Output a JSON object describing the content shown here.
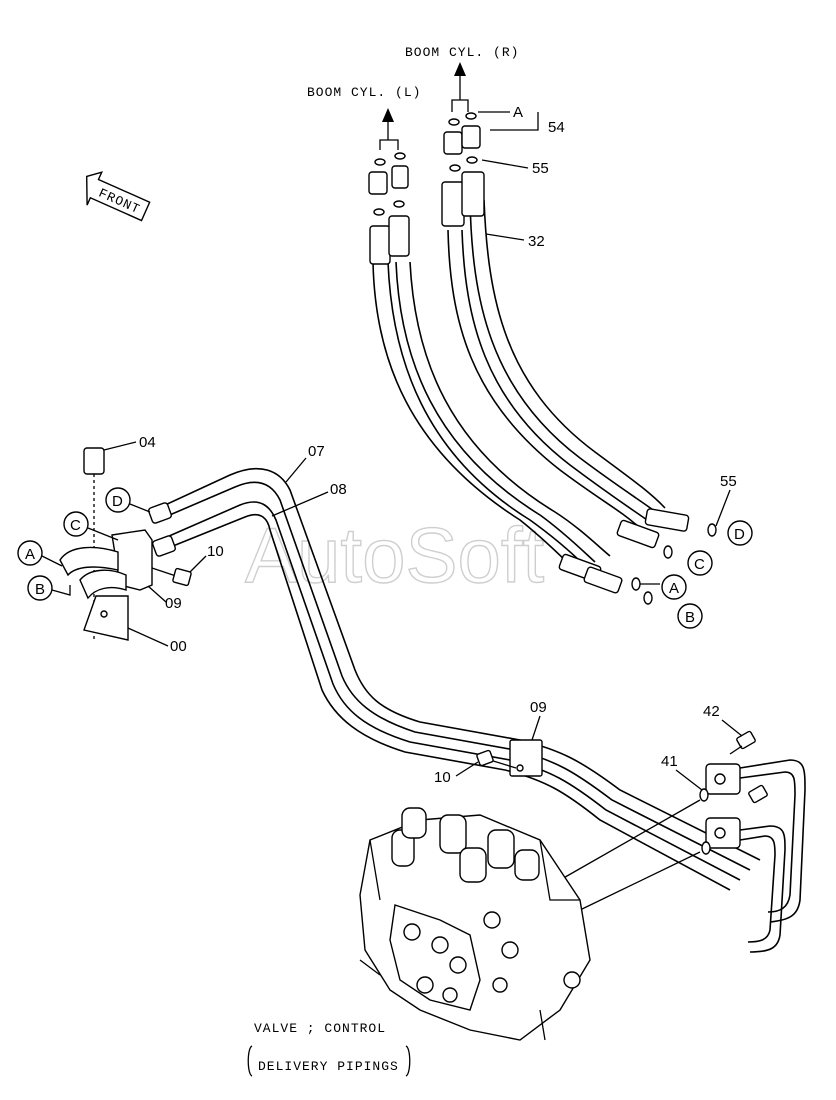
{
  "labels": {
    "boom_cyl_r": "BOOM CYL. (R)",
    "boom_cyl_l": "BOOM CYL. (L)",
    "front": "FRONT",
    "watermark": "AutoSoft",
    "valve_control": "VALVE ; CONTROL",
    "delivery_pipings": "DELIVERY PIPINGS"
  },
  "callouts": {
    "p54": "54",
    "p55_top": "55",
    "p32": "32",
    "p55_right": "55",
    "p04": "04",
    "p07": "07",
    "p08": "08",
    "p10_left": "10",
    "p09_left": "09",
    "p00": "00",
    "p09_clamp": "09",
    "p10_clamp": "10",
    "p42": "42",
    "p41": "41"
  },
  "connection_marks": {
    "A": "A",
    "B": "B",
    "C": "C",
    "D": "D"
  },
  "colors": {
    "line": "#000000",
    "background": "#ffffff",
    "watermark": "#cfcfcf"
  }
}
